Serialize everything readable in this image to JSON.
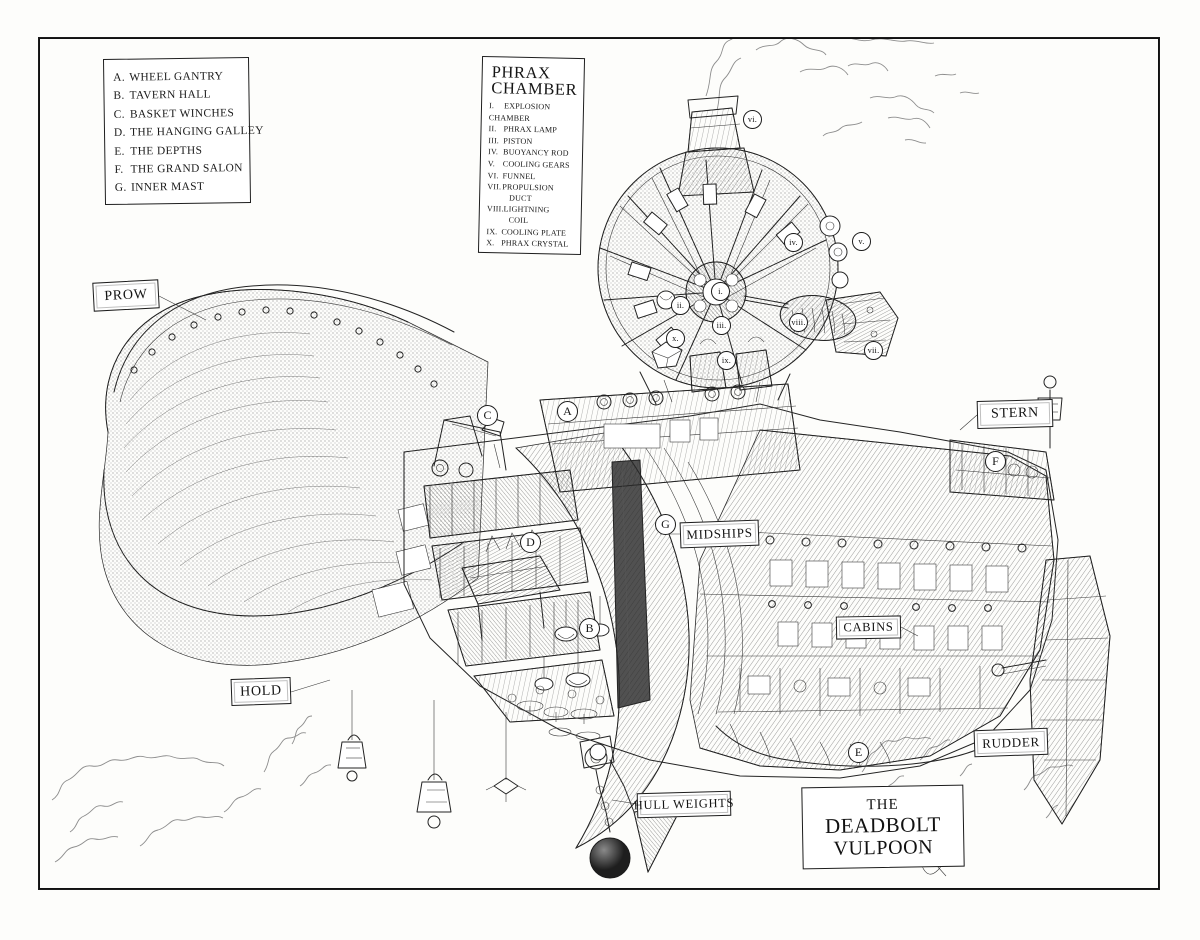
{
  "artwork": {
    "title_banner": {
      "line1": "The",
      "line2": "Deadbolt",
      "line3": "Vulpoon"
    },
    "medium": "pen-and-ink cutaway illustration",
    "frame": {
      "border_color": "#1b1b1b"
    }
  },
  "legend_main": {
    "items": [
      {
        "key": "A.",
        "label": "Wheel Gantry"
      },
      {
        "key": "B.",
        "label": "Tavern Hall"
      },
      {
        "key": "C.",
        "label": "Basket Winches"
      },
      {
        "key": "D.",
        "label": "The Hanging Galley"
      },
      {
        "key": "E.",
        "label": "The Depths"
      },
      {
        "key": "F.",
        "label": "The Grand Salon"
      },
      {
        "key": "G.",
        "label": "Inner Mast"
      }
    ]
  },
  "legend_phrax": {
    "title_line1": "Phrax",
    "title_line2": "Chamber",
    "items": [
      {
        "key": "i.",
        "label": "Explosion Chamber",
        "label2": ""
      },
      {
        "key": "ii.",
        "label": "Phrax Lamp",
        "label2": ""
      },
      {
        "key": "iii.",
        "label": "Piston",
        "label2": ""
      },
      {
        "key": "iv.",
        "label": "Buoyancy Rod",
        "label2": ""
      },
      {
        "key": "v.",
        "label": "Cooling Gears",
        "label2": ""
      },
      {
        "key": "vi.",
        "label": "Funnel",
        "label2": ""
      },
      {
        "key": "vii.",
        "label": "Propulsion",
        "label2": "Duct"
      },
      {
        "key": "viii.",
        "label": "Lightning",
        "label2": "Coil"
      },
      {
        "key": "ix.",
        "label": "Cooling Plate",
        "label2": ""
      },
      {
        "key": "x.",
        "label": "Phrax Crystal",
        "label2": ""
      }
    ]
  },
  "ribbons": {
    "prow": "Prow",
    "stern": "Stern",
    "midships": "Midships",
    "hold": "Hold",
    "cabins": "Cabins",
    "rudder": "Rudder",
    "hull_weights": "Hull Weights"
  },
  "callouts_letters": [
    {
      "id": "A",
      "label": "A"
    },
    {
      "id": "B",
      "label": "B"
    },
    {
      "id": "C",
      "label": "C"
    },
    {
      "id": "D",
      "label": "D"
    },
    {
      "id": "E",
      "label": "E"
    },
    {
      "id": "F",
      "label": "F"
    },
    {
      "id": "G",
      "label": "G"
    }
  ],
  "callouts_romans": [
    {
      "id": "i",
      "label": "i."
    },
    {
      "id": "ii",
      "label": "ii."
    },
    {
      "id": "iii",
      "label": "iii."
    },
    {
      "id": "iv",
      "label": "iv."
    },
    {
      "id": "v",
      "label": "v."
    },
    {
      "id": "vi",
      "label": "vi."
    },
    {
      "id": "vii",
      "label": "vii."
    },
    {
      "id": "viii",
      "label": "viii."
    },
    {
      "id": "ix",
      "label": "ix."
    },
    {
      "id": "x",
      "label": "x."
    }
  ]
}
